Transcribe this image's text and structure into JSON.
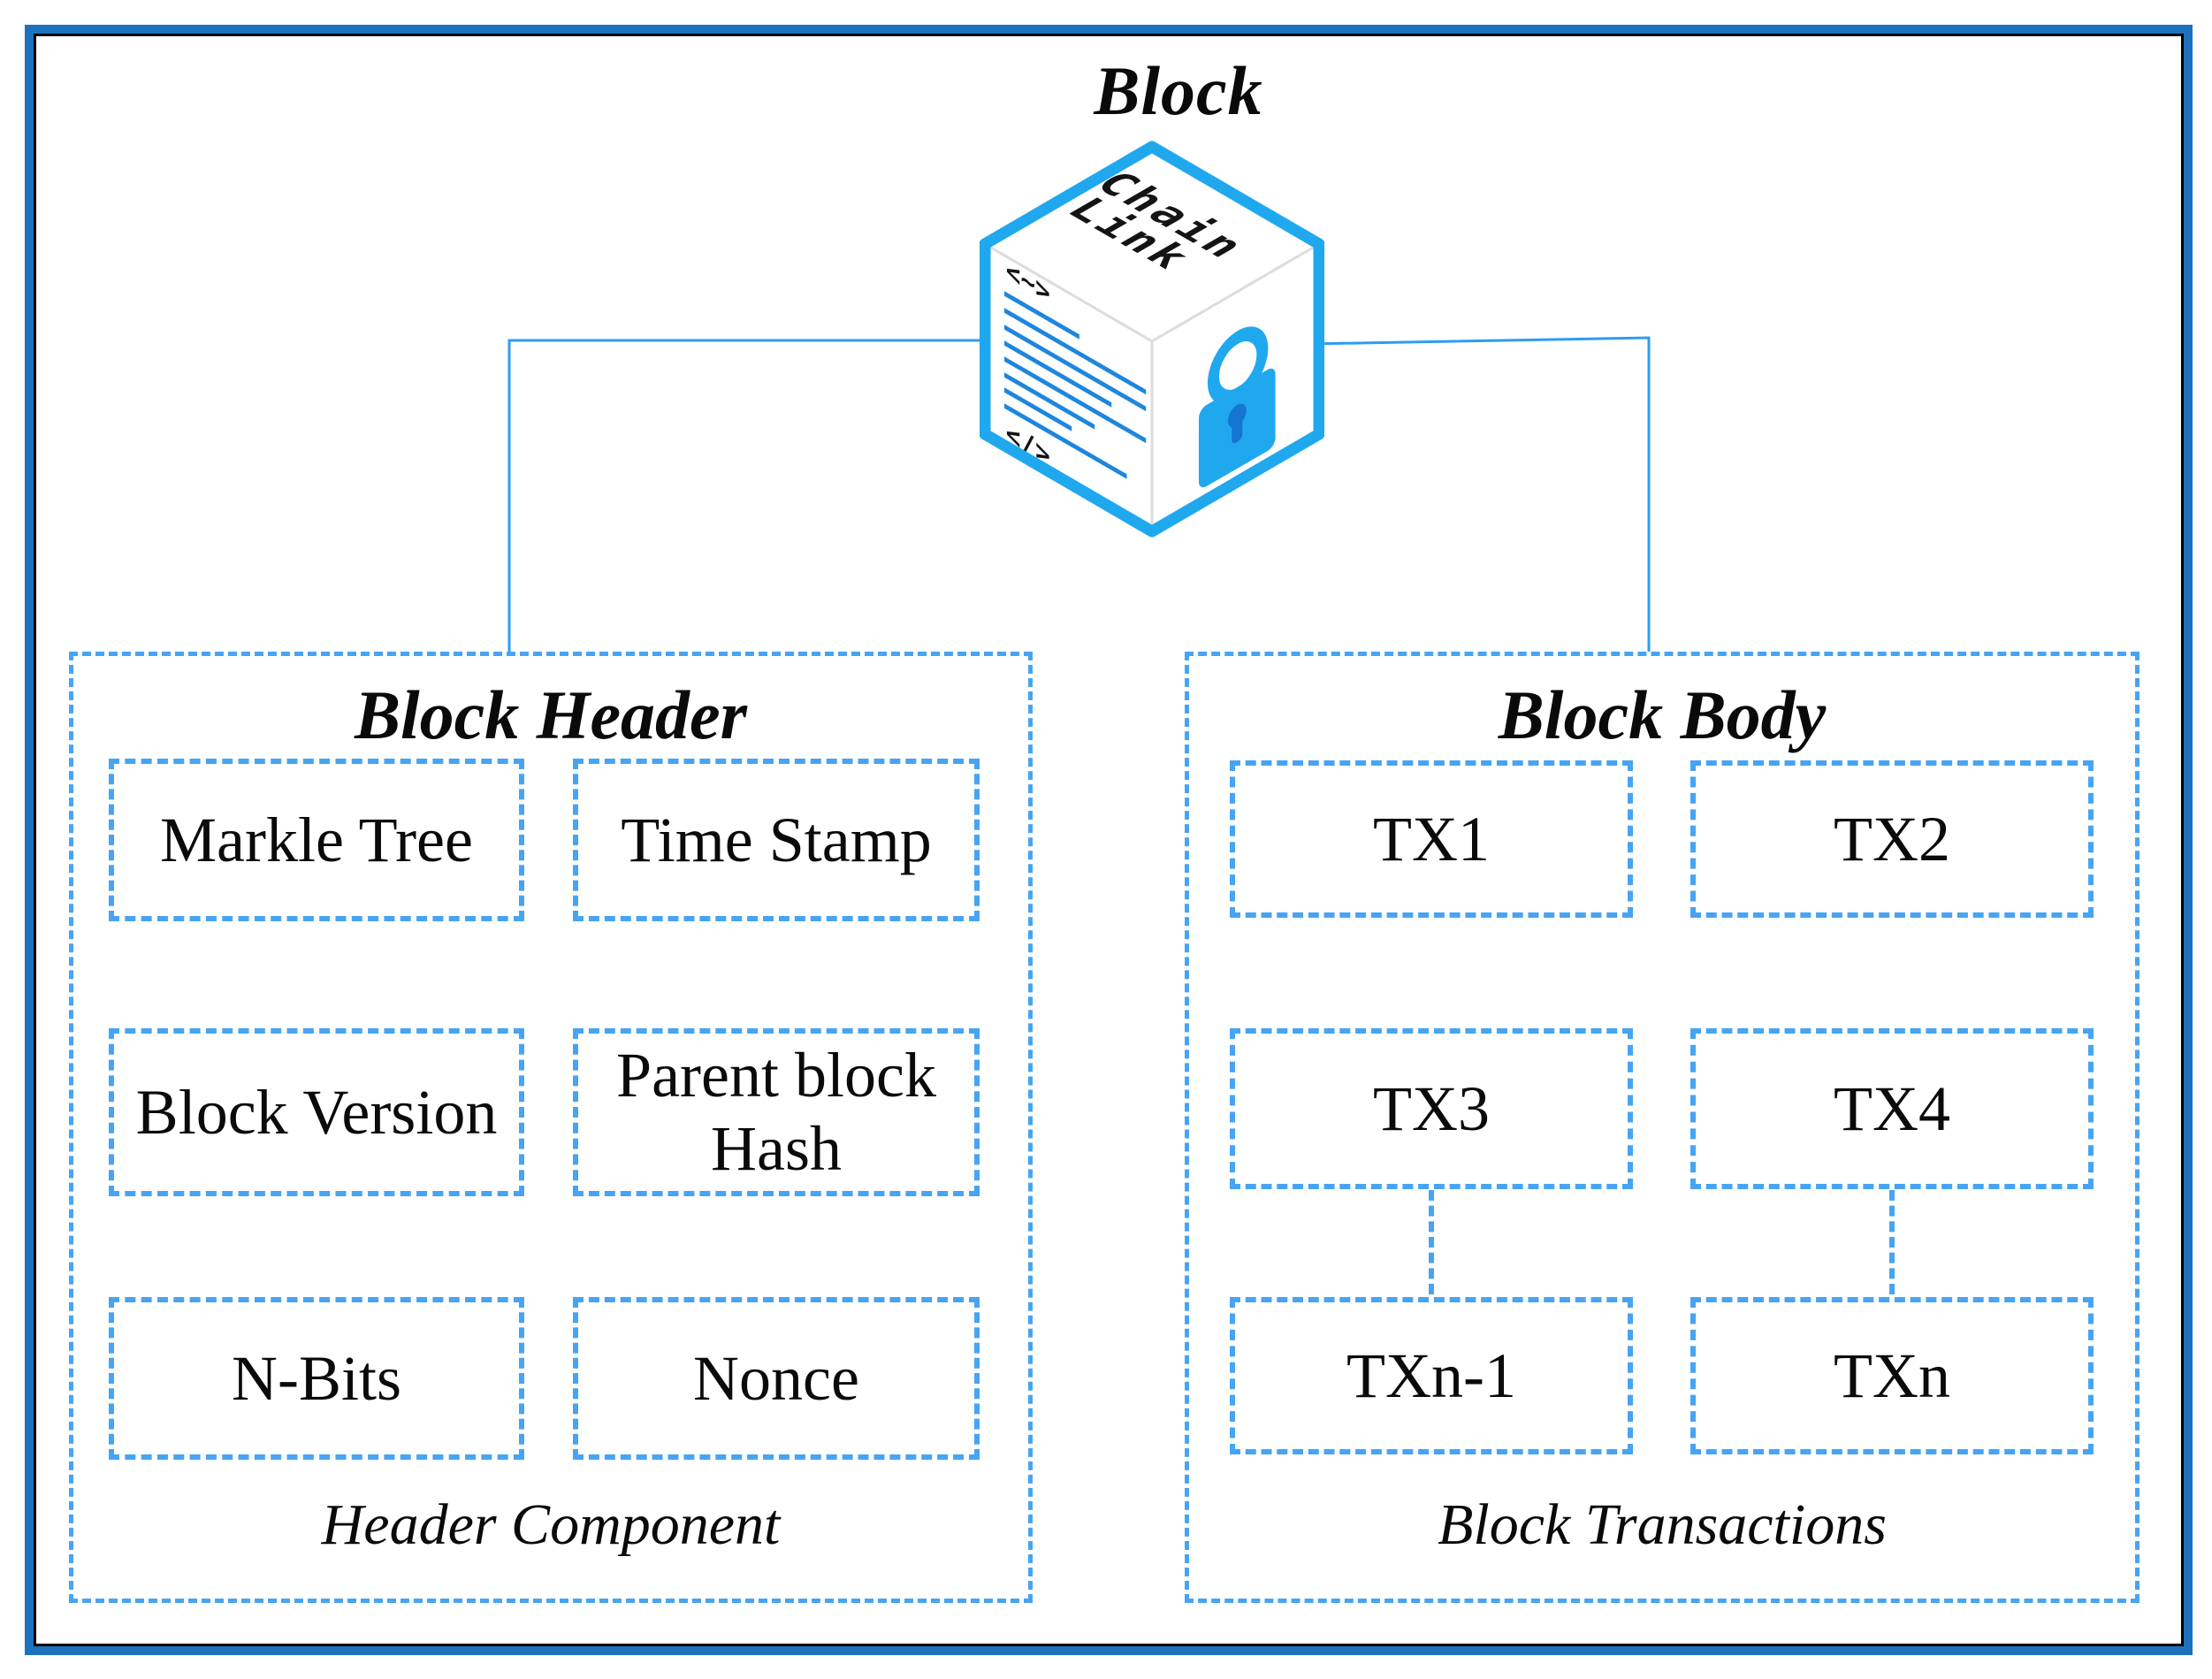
{
  "title": "Block",
  "cube": {
    "top_line1": "Chain",
    "top_line2": "Link",
    "code_open": "<~>",
    "code_close": "</>"
  },
  "panels": {
    "header": {
      "title": "Block Header",
      "caption": "Header Component",
      "boxes": [
        "Markle Tree",
        "Time Stamp",
        "Block Version",
        "Parent block Hash",
        "N-Bits",
        "Nonce"
      ]
    },
    "body": {
      "title": "Block Body",
      "caption": "Block Transactions",
      "boxes": [
        "TX1",
        "TX2",
        "TX3",
        "TX4",
        "TXn-1",
        "TXn"
      ]
    }
  },
  "colors": {
    "frame_blue": "#1C72BE",
    "cube_blue": "#20A8EF",
    "keyhole_blue": "#1476D0",
    "dash_blue": "#47A4F3",
    "connector_blue": "#2D9CF4",
    "code_line_blue": "#1E86DD"
  }
}
